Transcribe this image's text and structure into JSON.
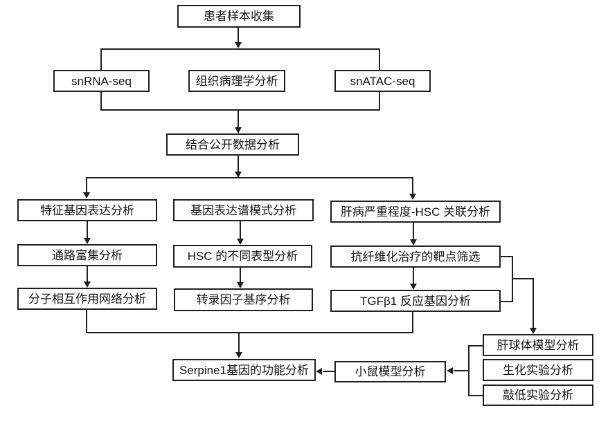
{
  "diagram": {
    "colors": {
      "line": "#1f1f1f",
      "background": "#ffffff",
      "text": "#141414"
    },
    "nodes": {
      "patient_sample": {
        "label": "患者样本收集"
      },
      "snrna_seq": {
        "label": "snRNA-seq"
      },
      "histopathology": {
        "label": "组织病理学分析"
      },
      "snatac_seq": {
        "label": "snATAC-seq"
      },
      "public_data": {
        "label": "结合公开数据分析"
      },
      "feature_gene": {
        "label": "特征基因表达分析"
      },
      "pathway_enrichment": {
        "label": "通路富集分析"
      },
      "molecular_network": {
        "label": "分子相互作用网络分析"
      },
      "expression_pattern": {
        "label": "基因表达谱模式分析"
      },
      "hsc_phenotype": {
        "label": "HSC 的不同表型分析"
      },
      "tf_motif": {
        "label": "转录因子基序分析"
      },
      "severity_hsc": {
        "label": "肝病严重程度-HSC 关联分析"
      },
      "antifibrotic_target": {
        "label": "抗纤维化治疗的靶点筛选"
      },
      "tgfb1_response": {
        "label": "TGFβ1 反应基因分析"
      },
      "liver_spheroid": {
        "label": "肝球体模型分析"
      },
      "biochemical_exp": {
        "label": "生化实验分析"
      },
      "knockdown_exp": {
        "label": "敲低实验分析"
      },
      "mouse_model": {
        "label": "小鼠模型分析"
      },
      "serpine1_function": {
        "label": "Serpine1基因的功能分析"
      }
    }
  }
}
